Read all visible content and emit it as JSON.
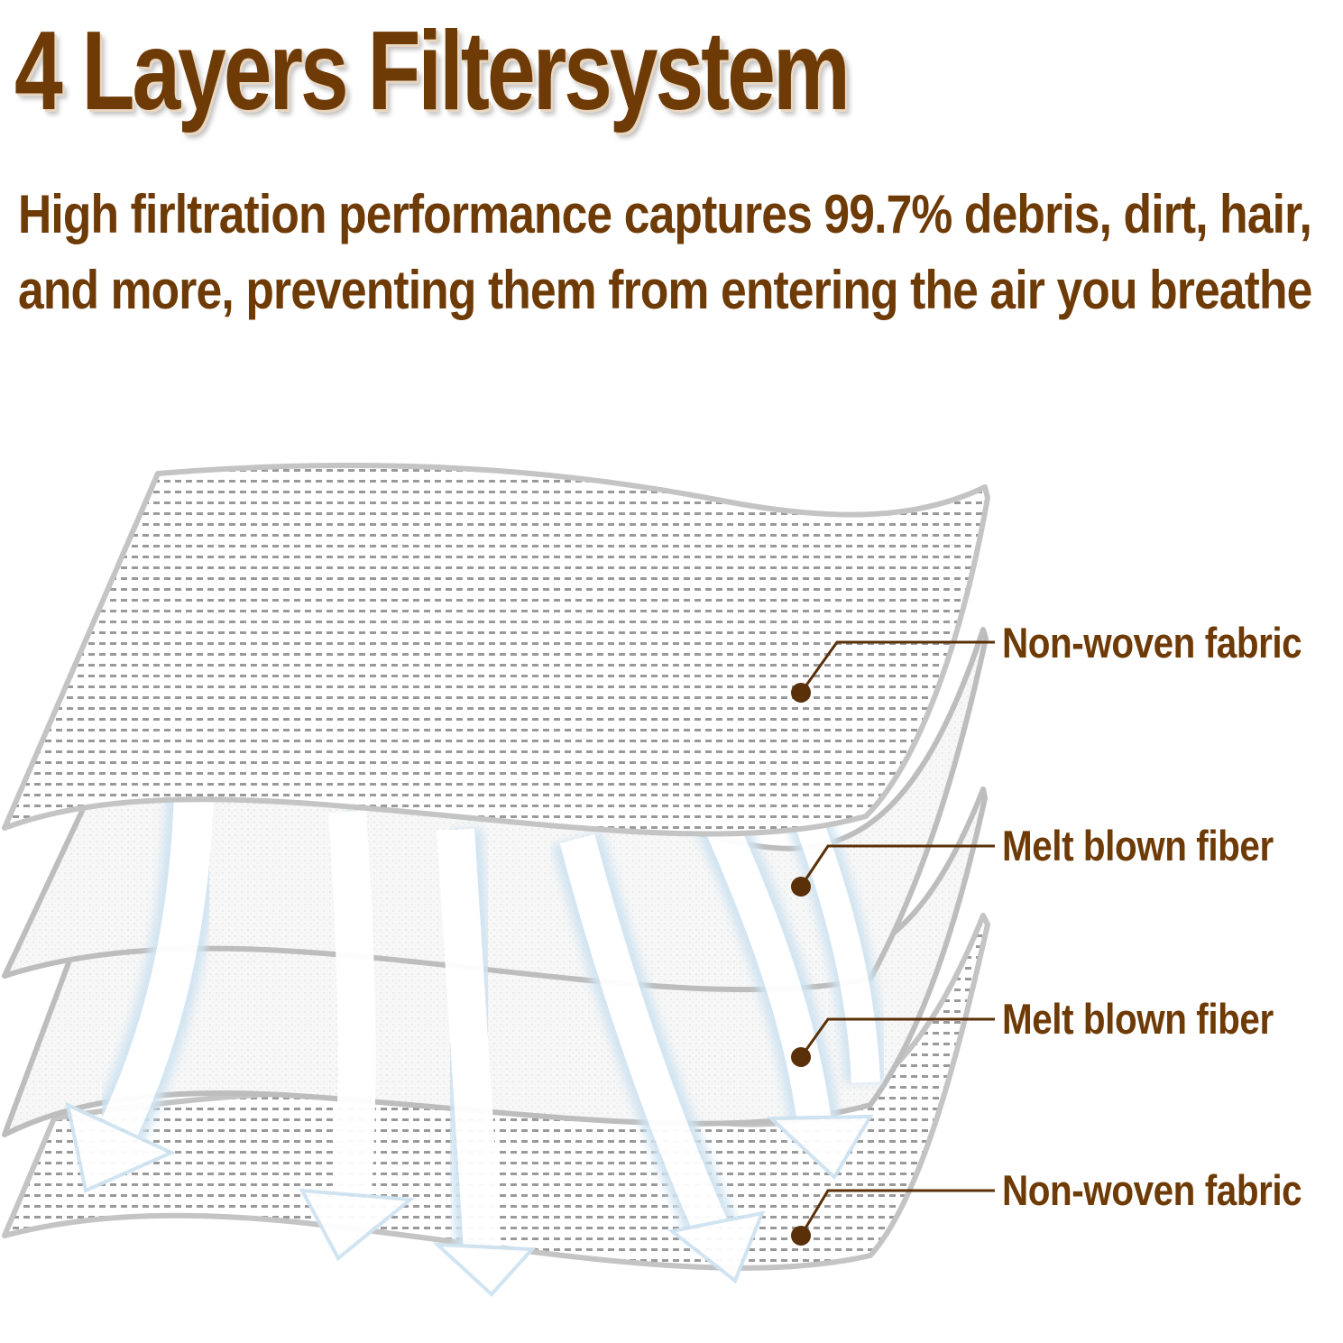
{
  "heading": {
    "title": "4 Layers Filtersystem",
    "subtitle": "High firltration performance captures 99.7% debris, dirt, hair, and more, preventing them from entering the air you breathe"
  },
  "layers": [
    {
      "label": "Non-woven fabric",
      "texture": "dotted-mesh"
    },
    {
      "label": "Melt blown fiber",
      "texture": "speckled"
    },
    {
      "label": "Melt blown fiber",
      "texture": "speckled"
    },
    {
      "label": "Non-woven fabric",
      "texture": "dotted-mesh"
    }
  ],
  "colors": {
    "text": "#6e3a06",
    "leader": "#5a3008",
    "sheet_edge": "#bdbdbd",
    "airflow": "#cfe3f1"
  },
  "icons": [
    "airflow-arrow-icon",
    "leader-dot-icon"
  ]
}
